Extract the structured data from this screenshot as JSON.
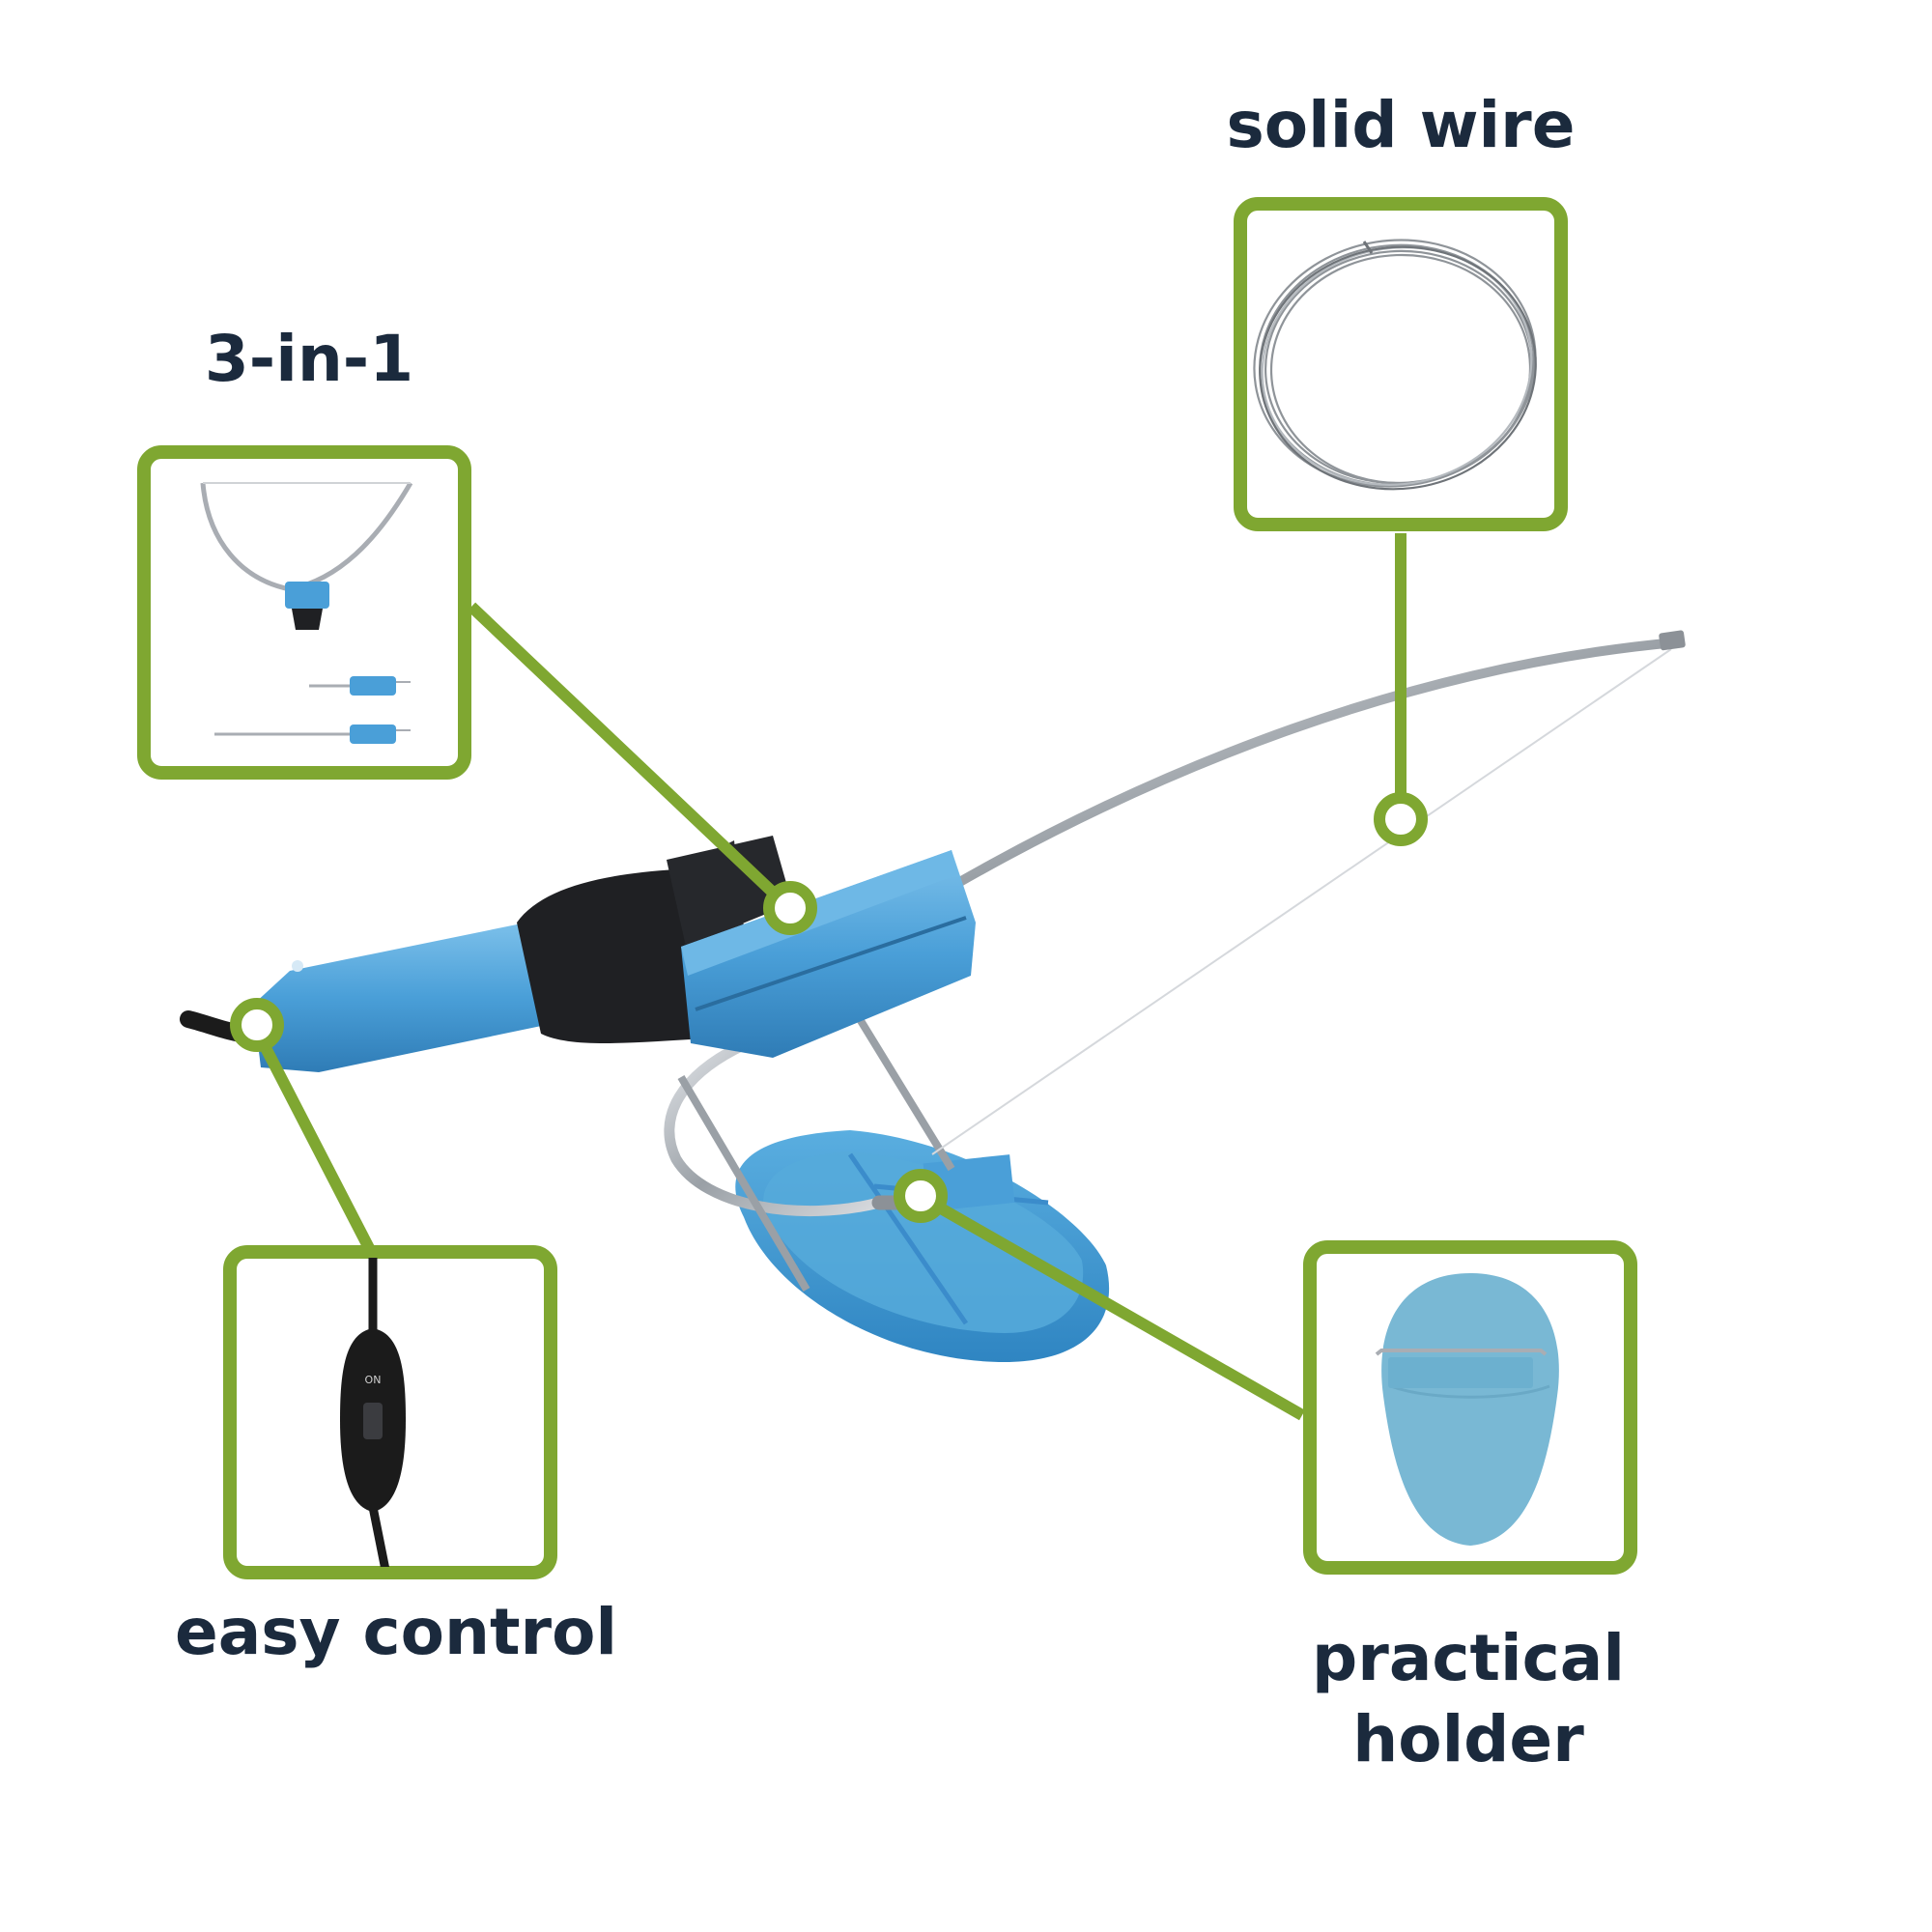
{
  "features": {
    "three_in_one": {
      "label": "3-in-1"
    },
    "solid_wire": {
      "label": "solid wire"
    },
    "easy_control": {
      "label": "easy control",
      "switch_text": "ON"
    },
    "practical_holder": {
      "label": "practical holder"
    }
  },
  "colors": {
    "accent_green": "#7fa731",
    "tool_blue": "#4a9fd8",
    "holder_blue": "#79b8d4",
    "text_dark": "#1b2a3d",
    "metal": "#a9adb3",
    "black": "#1b1b1b"
  }
}
